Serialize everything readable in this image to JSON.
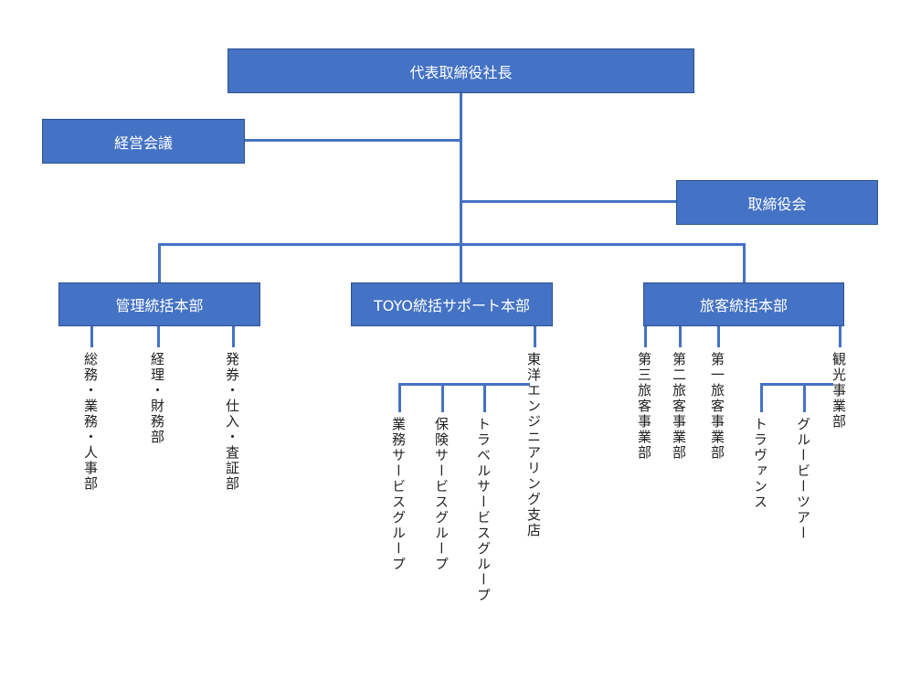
{
  "top": {
    "ceo": "代表取締役社長",
    "management_meeting": "経営会議",
    "board": "取締役会"
  },
  "divisions": {
    "admin": {
      "label": "管理統括本部",
      "departments": [
        "総務・業務・人事部",
        "経理・財務部",
        "発券・仕入・査証部"
      ]
    },
    "toyo": {
      "label": "TOYO統括サポート本部",
      "branch": "東洋エンジニアリング支店",
      "groups": [
        "業務サービスグループ",
        "保険サービスグループ",
        "トラベルサービスグループ"
      ]
    },
    "travel": {
      "label": "旅客統括本部",
      "departments": [
        "第三旅客事業部",
        "第二旅客事業部",
        "第一旅客事業部"
      ],
      "tourism": {
        "label": "観光事業部",
        "brands": [
          "トラヴァンス",
          "グルービーツアー"
        ]
      }
    }
  }
}
